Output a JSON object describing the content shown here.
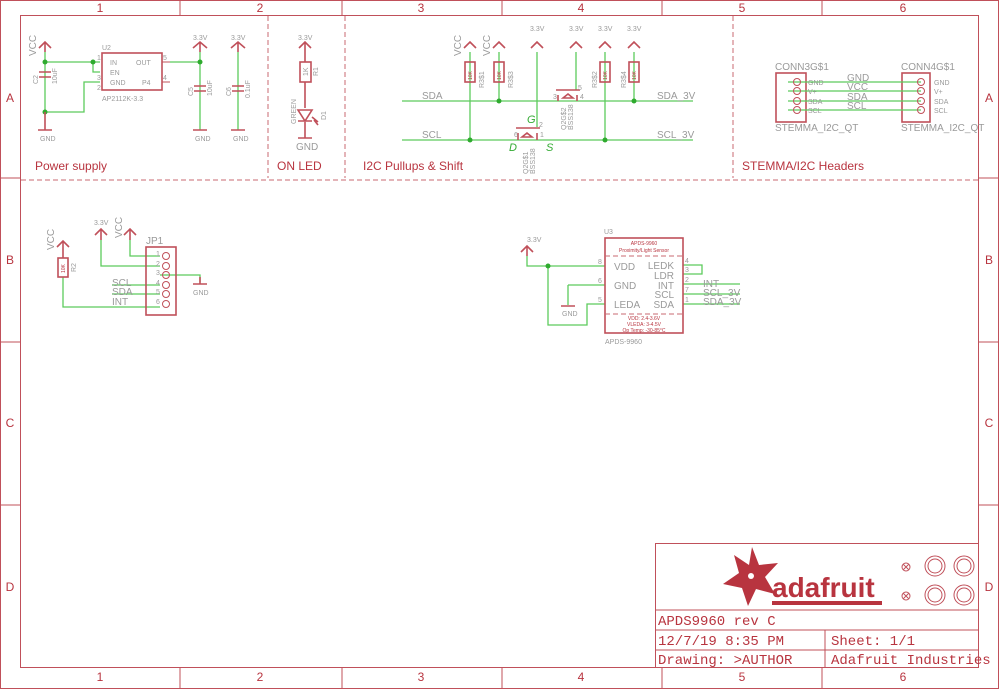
{
  "frame": {
    "cols": [
      "1",
      "2",
      "3",
      "4",
      "5",
      "6"
    ],
    "rows": [
      "A",
      "B",
      "C",
      "D"
    ]
  },
  "sections": {
    "power": "Power supply",
    "led": "ON LED",
    "i2c": "I2C Pullups & Shift",
    "stemma": "STEMMA/I2C Headers"
  },
  "power": {
    "vcc": "VCC",
    "u2": "U2",
    "u2_in": "IN",
    "u2_en": "EN",
    "u2_gnd": "GND",
    "u2_out": "OUT",
    "u2_p4": "P4",
    "u2_part": "AP2112K-3.3",
    "pin1": "1",
    "pin3": "3",
    "pin2": "2",
    "pin5": "5",
    "pin4": "4",
    "c2": "C2",
    "c2_val": "10uF",
    "c5": "C5",
    "c5_val": "10uF",
    "c6": "C6",
    "c6_val": "0.1uF",
    "v33a": "3.3V",
    "v33b": "3.3V",
    "gnd1": "GND",
    "gnd2": "GND",
    "gnd3": "GND"
  },
  "led": {
    "v33": "3.3V",
    "r": "R1",
    "r_val": "1K",
    "d": "D1",
    "color": "GREEN",
    "gnd": "GND"
  },
  "i2c": {
    "vcc1": "VCC",
    "vcc2": "VCC",
    "v33": [
      "3.3V",
      "3.3V",
      "3.3V",
      "3.3V"
    ],
    "r1": "R3$1",
    "r2": "R3$3",
    "r3": "R3$2",
    "r4": "R3$4",
    "rval": "10K",
    "sda": "SDA",
    "scl": "SCL",
    "sda3": "SDA_3V",
    "scl3": "SCL_3V",
    "g": "G",
    "d": "D",
    "s": "S",
    "q1": "Q2G$1",
    "q1p": "BSS138",
    "q2": "Q2G$2",
    "q2p": "BSS138",
    "n1": "1",
    "n2": "2",
    "n6": "6",
    "n3": "3",
    "n4": "4",
    "n5": "5"
  },
  "stemma": {
    "c3": "CONN3G$1",
    "c4": "CONN4G$1",
    "pins": [
      "GND",
      "V+",
      "SDA",
      "SCL"
    ],
    "nets": [
      "GND",
      "VCC",
      "SDA",
      "SCL"
    ],
    "part": "STEMMA_I2C_QT"
  },
  "jp1": {
    "name": "JP1",
    "vcc": "VCC",
    "v33": "3.3V",
    "vcc2": "VCC",
    "r": "R2",
    "rval": "10K",
    "pins": [
      "1",
      "2",
      "3",
      "4",
      "5",
      "6"
    ],
    "scl": "SCL",
    "sda": "SDA",
    "int": "INT",
    "gnd": "GND"
  },
  "u3": {
    "name": "U3",
    "title": "APDS-9960",
    "sub": "Proximity/Light Sensor",
    "vdd": "VDD",
    "gnd": "GND",
    "leda": "LEDA",
    "ledk": "LEDK",
    "ldr": "LDR",
    "int": "INT",
    "scl": "SCL",
    "sda": "SDA",
    "p8": "8",
    "p6": "6",
    "p5": "5",
    "p4": "4",
    "p3": "3",
    "p2": "2",
    "p7": "7",
    "p1": "1",
    "n1": "VDD: 2.4-3.6V",
    "n2": "VLEDA: 3-4.5V",
    "n3": "Op Temp: -30-85°C",
    "part": "APDS-9960",
    "v33": "3.3V",
    "gndl": "GND",
    "int_net": "INT",
    "scl_net": "SCL_3V",
    "sda_net": "SDA_3V"
  },
  "title": {
    "logo": "adafruit",
    "name": "APDS9960 rev C",
    "date": "12/7/19 8:35 PM",
    "sheet": "Sheet: 1/1",
    "drawing": "Drawing: >AUTHOR",
    "company": "Adafruit Industries"
  }
}
